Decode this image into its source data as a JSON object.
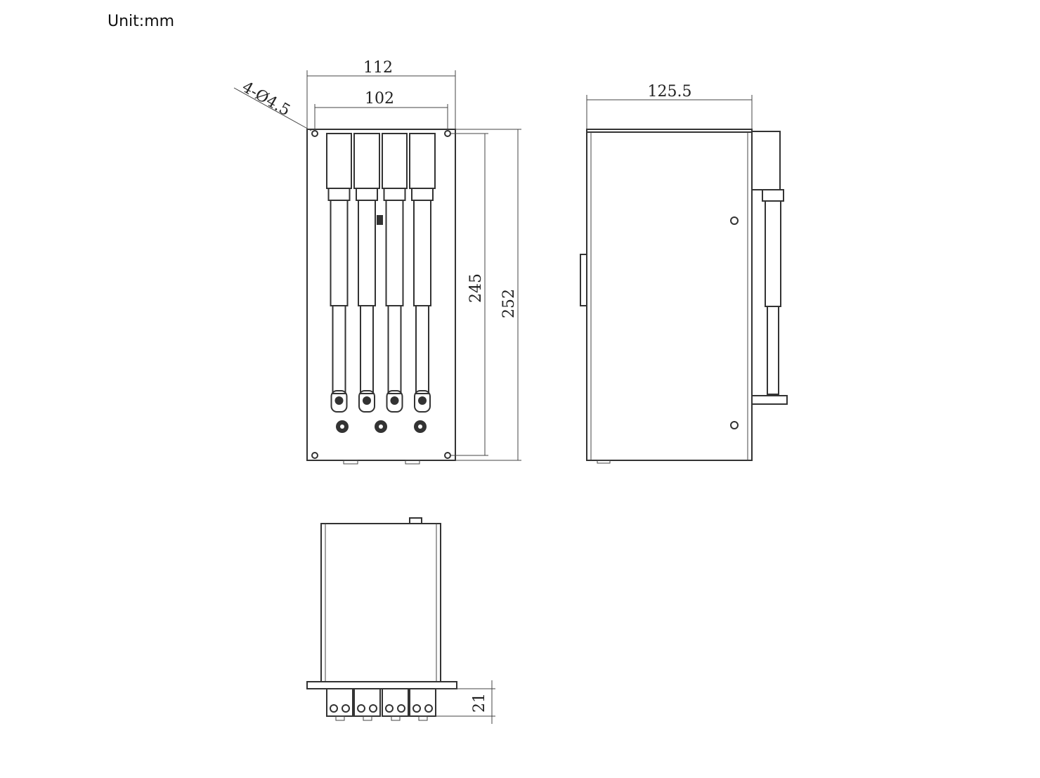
{
  "unit_label": "Unit:mm",
  "front_view": {
    "width_outer": "112",
    "width_holes": "102",
    "hole_spec": "4-Ø4.5",
    "height_holes": "245",
    "height_outer": "252"
  },
  "side_view": {
    "depth": "125.5"
  },
  "bottom_view": {
    "head_height": "21"
  },
  "colors": {
    "line": "#333333",
    "background": "#ffffff"
  }
}
